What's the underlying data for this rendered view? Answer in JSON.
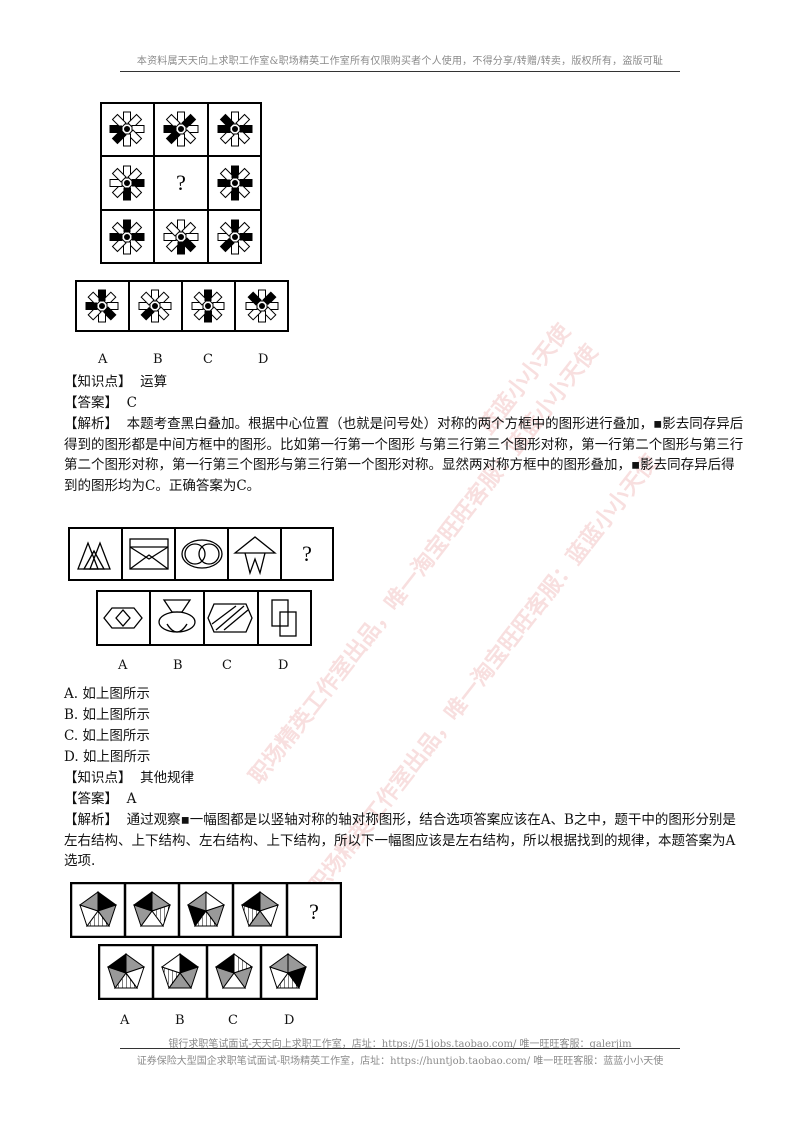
{
  "header": {
    "notice": "本资料属天天向上求职工作室&职场精英工作室所有仅限购买者个人使用，不得分享/转赠/转卖，版权所有，盗版可耻"
  },
  "watermarks": [
    "蓝蓝小小天使",
    "职场精英工作室出品，唯一淘宝旺旺客服：蓝蓝小小天使",
    "职场精英工作室出品，唯一淘宝旺旺客服：蓝蓝小小天使"
  ],
  "q1": {
    "question_mark": "?",
    "option_labels": [
      "A",
      "B",
      "C",
      "D"
    ],
    "knowledge_label": "【知识点】",
    "knowledge": "运算",
    "answer_label": "【答案】",
    "answer": "C",
    "analysis_label": "【解析】",
    "analysis": "本题考查黑白叠加。根据中心位置（也就是问号处）对称的两个方框中的图形进行叠加，▪影去同存异后得到的图形都是中间方框中的图形。比如第一行第一个图形 与第三行第三个图形对称，第一行第二个图形与第三行第二个图形对称，第一行第三个图形与第三行第一个图形对称。显然两对称方框中的图形叠加，▪影去同存异后得到的图形均为C。正确答案为C。"
  },
  "q2": {
    "question_mark": "?",
    "option_labels": [
      "A",
      "B",
      "C",
      "D"
    ],
    "options": [
      "A. 如上图所示",
      "B. 如上图所示",
      "C. 如上图所示",
      "D. 如上图所示"
    ],
    "knowledge_label": "【知识点】",
    "knowledge": "其他规律",
    "answer_label": "【答案】",
    "answer": "A",
    "analysis_label": "【解析】",
    "analysis": "通过观察▪一幅图都是以竖轴对称的轴对称图形，结合选项答案应该在A、B之中，题干中的图形分别是左右结构、上下结构、左右结构、上下结构，所以下一幅图应该是左右结构，所以根据找到的规律，本题答案为A选项."
  },
  "q3": {
    "question_mark": "?",
    "option_labels": [
      "A",
      "B",
      "C",
      "D"
    ]
  },
  "footer": {
    "line1": "银行求职笔试面试-天天向上求职工作室，店址：https://51jobs.taobao.com/ 唯一旺旺客服：galerjim",
    "line2": "证券保险大型国企求职笔试面试-职场精英工作室，店址：https://huntjob.taobao.com/ 唯一旺旺客服：蓝蓝小小天使"
  }
}
